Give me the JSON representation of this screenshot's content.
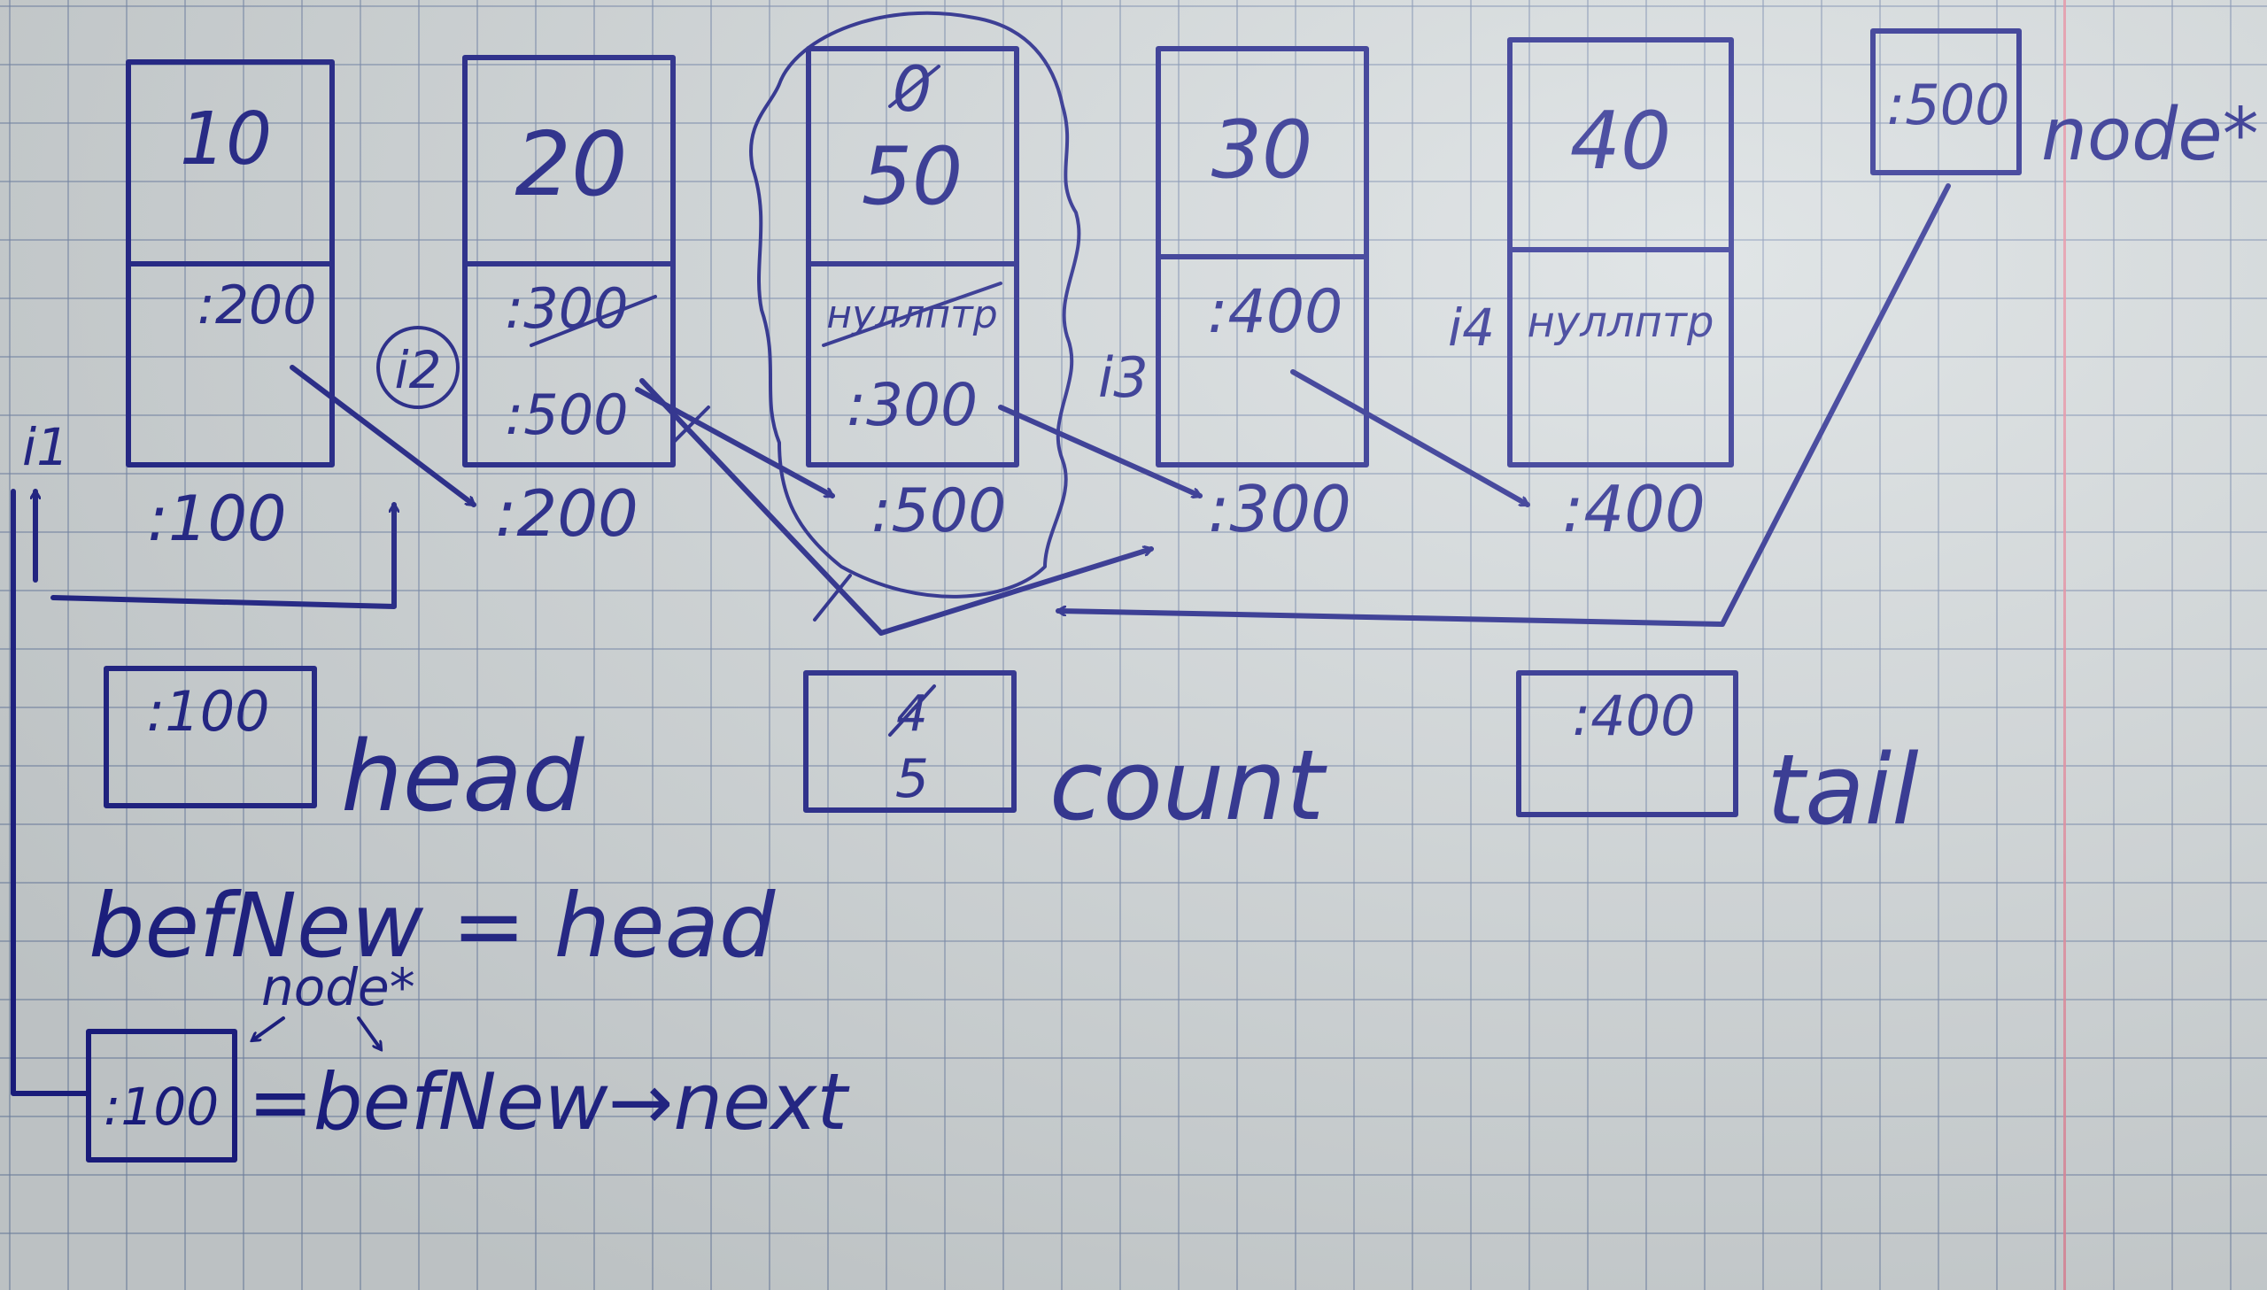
{
  "nodes": [
    {
      "value": "10",
      "next": ":200",
      "address": ":100"
    },
    {
      "value": "20",
      "next_old": ":300",
      "next": ":500",
      "address": ":200"
    },
    {
      "value_old": "0",
      "value": "50",
      "next_old": "нуллптр",
      "next": ":300",
      "address": ":500"
    },
    {
      "value": "30",
      "next": ":400",
      "address": ":300"
    },
    {
      "value": "40",
      "next": "нуллптр",
      "address": ":400"
    }
  ],
  "iterators": {
    "i1": "i1",
    "i2": "i2",
    "i3": "i3",
    "i4": "i4"
  },
  "new_node": {
    "value": ":500",
    "type_label": "node*"
  },
  "head": {
    "value": ":100",
    "label": "head"
  },
  "count": {
    "value_old": "4",
    "value": "5",
    "label": "count"
  },
  "tail": {
    "value": ":400",
    "label": "tail"
  },
  "code": {
    "line1": "befNew = head",
    "type_label": "node*",
    "box_value": ":100",
    "line2": "=befNew→next"
  },
  "colors": {
    "ink": "#1c1f8a",
    "paper": "#d6dcde",
    "grid": "#788caf",
    "margin": "#e9889e"
  }
}
